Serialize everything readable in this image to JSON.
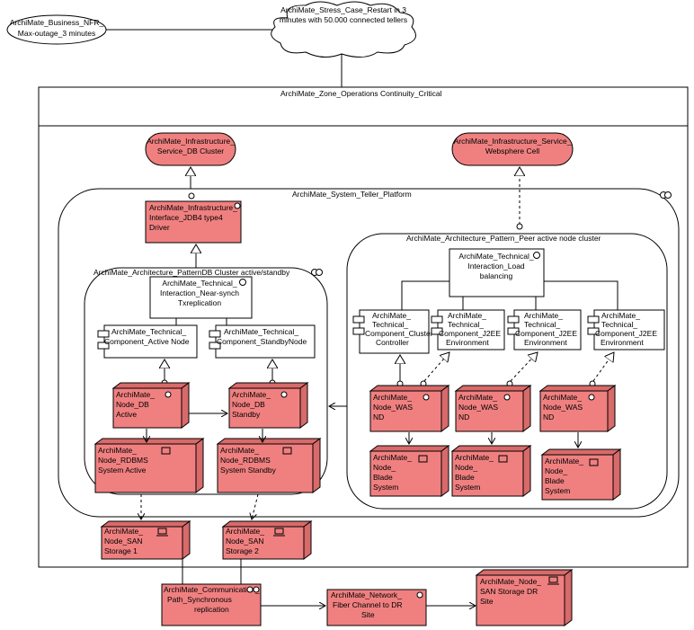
{
  "business_nfr": [
    "ArchiMate_Business_NFR_",
    "Max-outage_3 minutes"
  ],
  "stress_case": [
    "ArchiMate_Stress_Case_Restart in 3",
    "minutes with 50.000 connected tellers"
  ],
  "zone": "ArchiMate_Zone_Operations Continuity_Critical",
  "db_cluster_service": [
    "ArchiMate_Infrastructure_",
    "Service_DB Cluster"
  ],
  "websphere_service": [
    "ArchiMate_Infrastructure_Service_",
    "Websphere Cell"
  ],
  "teller_platform": "ArchiMate_System_Teller_Platform",
  "jdb4_interface": [
    "ArchiMate_Infrastructure_",
    "Interface_JDB4 type4",
    "Driver"
  ],
  "db_cluster_pattern": "ArchiMate_Architecture_PatternDB Cluster active/standby",
  "peer_pattern": "ArchiMate_Architecture_Pattern_Peer active node cluster",
  "near_synch": [
    "ArchiMate_Technical_",
    "Interaction_Near-synch",
    "Txreplication"
  ],
  "load_balancing": [
    "ArchiMate_Technical_",
    "Interaction_Load",
    "balancing"
  ],
  "active_node_comp": [
    "ArchiMate_Technical_",
    "Component_Active Node"
  ],
  "standby_node_comp": [
    "ArchiMate_Technical_",
    "Component_StandbyNode"
  ],
  "cluster_controller": [
    "ArchiMate_",
    "Technical_",
    "Component_Cluster",
    "Controller"
  ],
  "j2ee_1": [
    "ArchiMate_",
    "Technical_",
    "Component_J2EE",
    "Environment"
  ],
  "j2ee_2": [
    "ArchiMate_",
    "Technical_",
    "Component_J2EE",
    "Environment"
  ],
  "j2ee_3": [
    "ArchiMate_",
    "Technical_",
    "Component_J2EE",
    "Environment"
  ],
  "node_db_active": [
    "ArchiMate_",
    "Node_DB",
    "Active"
  ],
  "node_db_standby": [
    "ArchiMate_",
    "Node_DB",
    "Standby"
  ],
  "rdbms_active": [
    "ArchiMate_",
    "Node_RDBMS",
    "System Active"
  ],
  "rdbms_standby": [
    "ArchiMate_",
    "Node_RDBMS",
    "System Standby"
  ],
  "was_1": [
    "ArchiMate_",
    "Node_WAS",
    "ND"
  ],
  "was_2": [
    "ArchiMate_",
    "Node_WAS",
    "ND"
  ],
  "was_3": [
    "ArchiMate_",
    "Node_WAS",
    "ND"
  ],
  "blade_1": [
    "ArchiMate_",
    "Node_",
    "Blade",
    "System"
  ],
  "blade_2": [
    "ArchiMate_",
    "Node_",
    "Blade",
    "System"
  ],
  "blade_3": [
    "ArchiMate_",
    "Node_",
    "Blade",
    "System"
  ],
  "san_1": [
    "ArchiMate_",
    "Node_SAN",
    "Storage 1"
  ],
  "san_2": [
    "ArchiMate_",
    "Node_SAN",
    "Storage 2"
  ],
  "comm_path": [
    "ArchiMate_Communication_",
    "Path_Synchronous",
    "replication"
  ],
  "fiber_channel": [
    "ArchiMate_Network_",
    "Fiber Channel to DR",
    "Site"
  ],
  "san_dr": [
    "ArchiMate_Node_",
    "SAN Storage DR",
    "Site"
  ]
}
